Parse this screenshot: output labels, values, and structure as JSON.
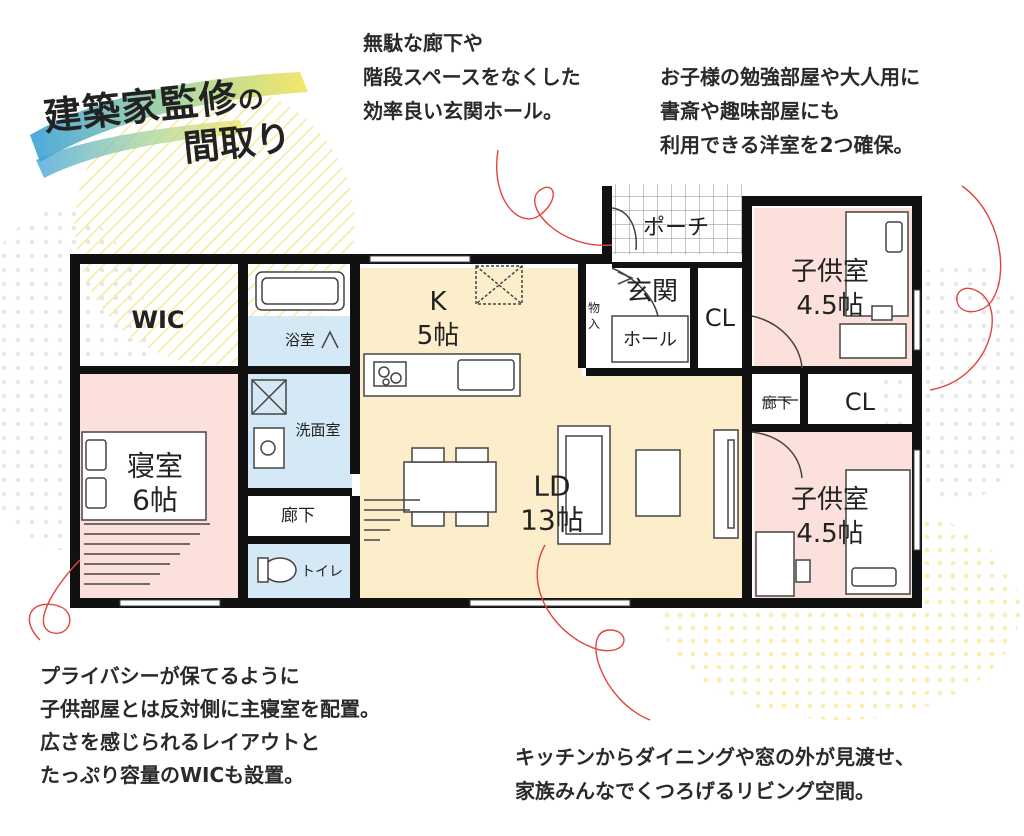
{
  "headline": {
    "line1": "建築家監修",
    "particle": "の",
    "line2": "間取り"
  },
  "notes": {
    "top_center": [
      "無駄な廊下や",
      "階段スペースをなくした",
      "効率良い玄関ホール。"
    ],
    "top_right": [
      "お子様の勉強部屋や大人用に",
      "書斎や趣味部屋にも",
      "利用できる洋室を2つ確保。"
    ],
    "bottom_left": [
      "プライバシーが保てるように",
      "子供部屋とは反対側に主寝室を配置。",
      "広さを感じられるレイアウトと",
      "たっぷり容量のWICも設置。"
    ],
    "bottom_right": [
      "キッチンからダイニングや窓の外が見渡せ、",
      "家族みんなでくつろげるリビング空間。"
    ]
  },
  "rooms": {
    "wic": "WIC",
    "bedroom_name": "寝室",
    "bedroom_size": "6帖",
    "bath": "浴室",
    "washroom": "洗面室",
    "hall_corridor": "廊下",
    "toilet": "トイレ",
    "kitchen_name": "K",
    "kitchen_size": "5帖",
    "ld_name": "LD",
    "ld_size": "13帖",
    "storage_line1": "物",
    "storage_line2": "入",
    "porch": "ポーチ",
    "entrance": "玄関",
    "entrance_hall": "ホール",
    "closet_a": "CL",
    "closet_b": "CL",
    "corridor_right": "廊下",
    "kids_a_name": "子供室",
    "kids_a_size": "4.5帖",
    "kids_b_name": "子供室",
    "kids_b_size": "4.5帖"
  },
  "colors": {
    "wall": "#111111",
    "kitchen_ld": "#fdeecb",
    "bedroom": "#fbe0dc",
    "water": "#d5e8f5",
    "accent_red": "#e0453c",
    "brush_blue": "#3aa0d8",
    "brush_yellow": "#f3e35a"
  }
}
